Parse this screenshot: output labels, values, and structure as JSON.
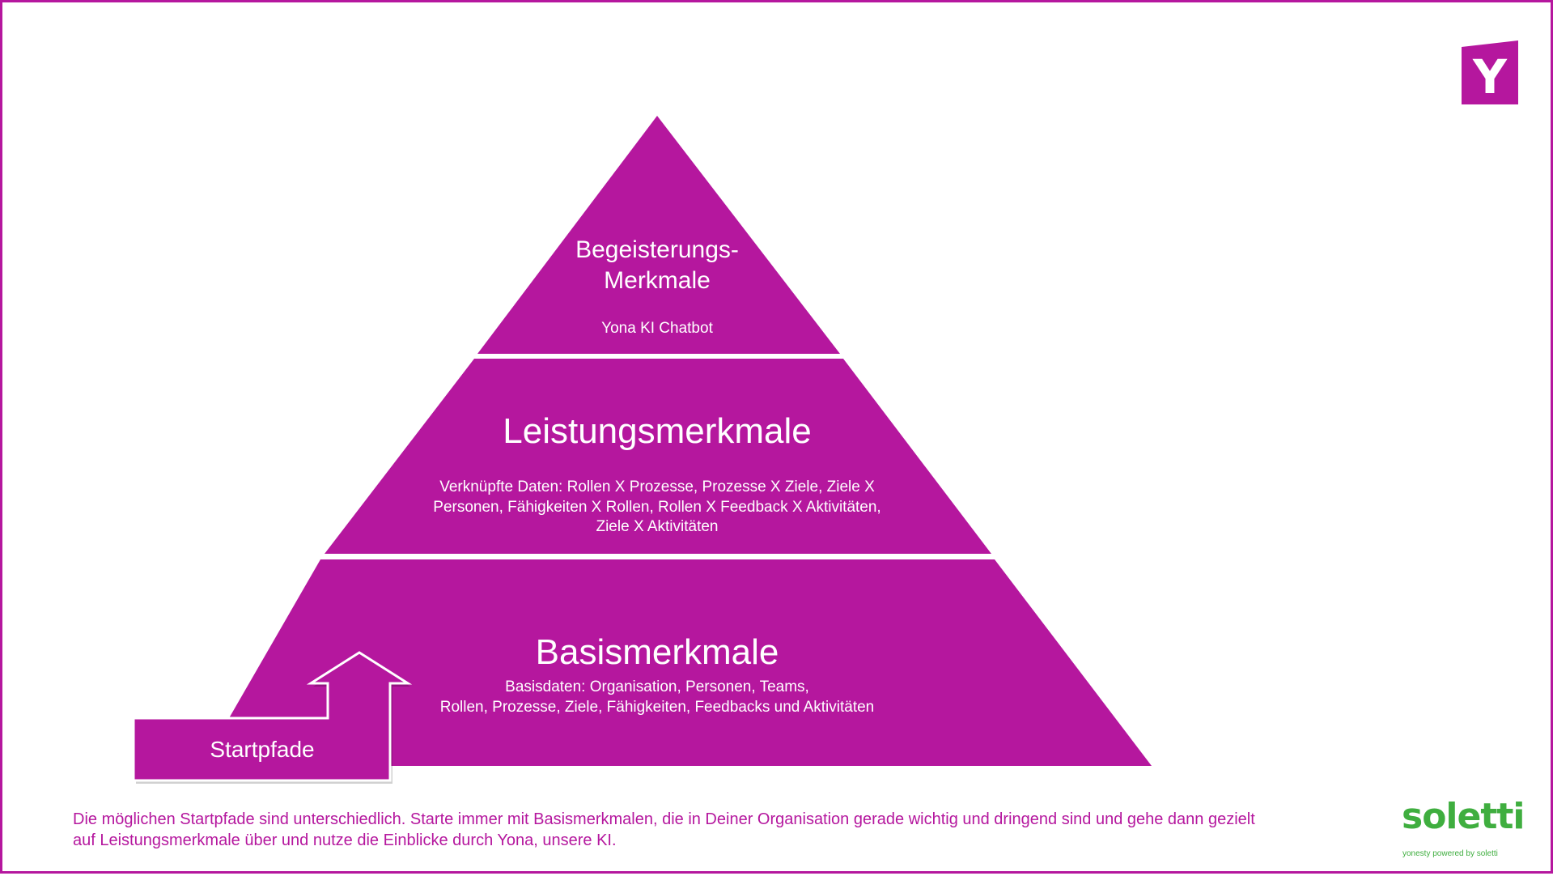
{
  "logo": {
    "letter": "Y",
    "color": "#b5179e"
  },
  "pyramid": {
    "color": "#b5179e",
    "levels": [
      {
        "title_lines": [
          "Begeisterungs-",
          "Merkmale"
        ],
        "subtitle_lines": [
          "Yona  KI Chatbot"
        ]
      },
      {
        "title_lines": [
          "Leistungsmerkmale"
        ],
        "subtitle_lines": [
          "Verknüpfte Daten: Rollen X Prozesse, Prozesse X Ziele, Ziele X",
          "Personen, Fähigkeiten X Rollen, Rollen X Feedback X Aktivitäten,",
          "Ziele X Aktivitäten"
        ]
      },
      {
        "title_lines": [
          "Basismerkmale"
        ],
        "subtitle_lines": [
          "Basisdaten: Organisation, Personen, Teams,",
          "Rollen, Prozesse, Ziele, Fähigkeiten, Feedbacks und Aktivitäten"
        ]
      }
    ]
  },
  "start_path": {
    "label": "Startpfade"
  },
  "caption": {
    "lines": [
      "Die möglichen Startpfade sind unterschiedlich. Starte immer mit Basismerkmalen, die in Deiner Organisation gerade wichtig und dringend sind und gehe dann gezielt",
      "auf Leistungsmerkmale über und nutze die Einblicke durch Yona, unsere KI."
    ]
  },
  "brand": {
    "name": "soletti",
    "tagline": "yonesty powered by soletti",
    "color": "#3fae3f"
  }
}
